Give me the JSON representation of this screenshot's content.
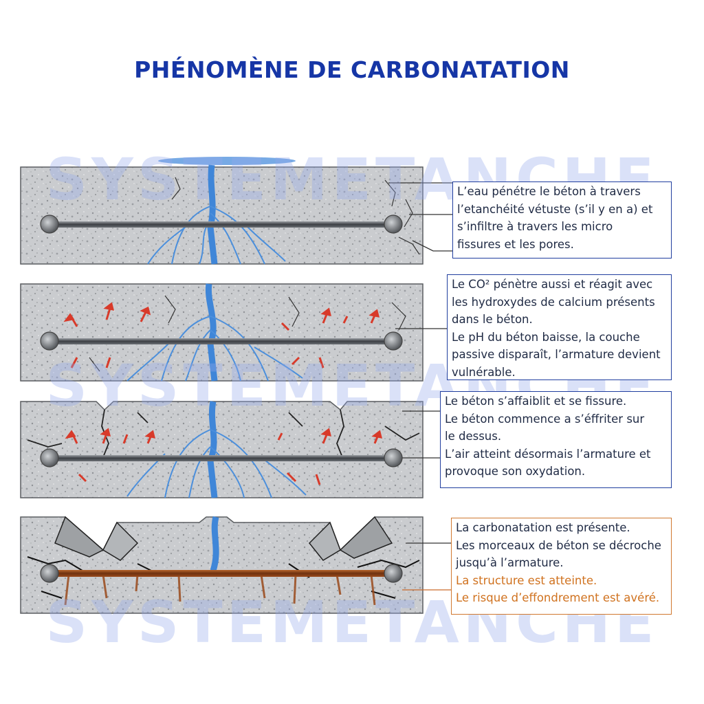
{
  "title": "PHÉNOMÈNE DE CARBONATATION",
  "watermark": "SYSTEMETANCHE",
  "colors": {
    "title": "#1636a6",
    "box_border": "#1f3d9e",
    "box_border_alert": "#d0772e",
    "warning_text": "#d0721f",
    "water": "#3f86d8",
    "co2_arrow": "#d83a2a",
    "rust": "#9a4a1c",
    "concrete": "#c9cbcd"
  },
  "stages": [
    {
      "lines": [
        "L’eau pénétre le béton à travers",
        "l’etanchéité vétuste (s’il y en a) et",
        "s’infiltre à travers les micro",
        "fissures et les pores."
      ],
      "warning_lines": []
    },
    {
      "lines": [
        "Le CO² pénètre aussi et réagit avec",
        "les hydroxydes de calcium présents",
        "dans le béton.",
        "Le pH du béton baisse, la couche",
        "passive disparaît, l’armature devient",
        "vulnérable."
      ],
      "warning_lines": []
    },
    {
      "lines": [
        "Le béton s’affaiblit et se fissure.",
        "Le béton commence a s’éffriter sur",
        "le dessus.",
        "L’air atteint désormais l’armature et",
        "provoque son oxydation."
      ],
      "warning_lines": []
    },
    {
      "lines": [
        "La carbonatation est présente.",
        "Les morceaux de béton se décroche",
        "jusqu’à l’armature."
      ],
      "warning_lines": [
        "La structure est atteinte.",
        "Le risque d’effondrement est avéré."
      ]
    }
  ]
}
